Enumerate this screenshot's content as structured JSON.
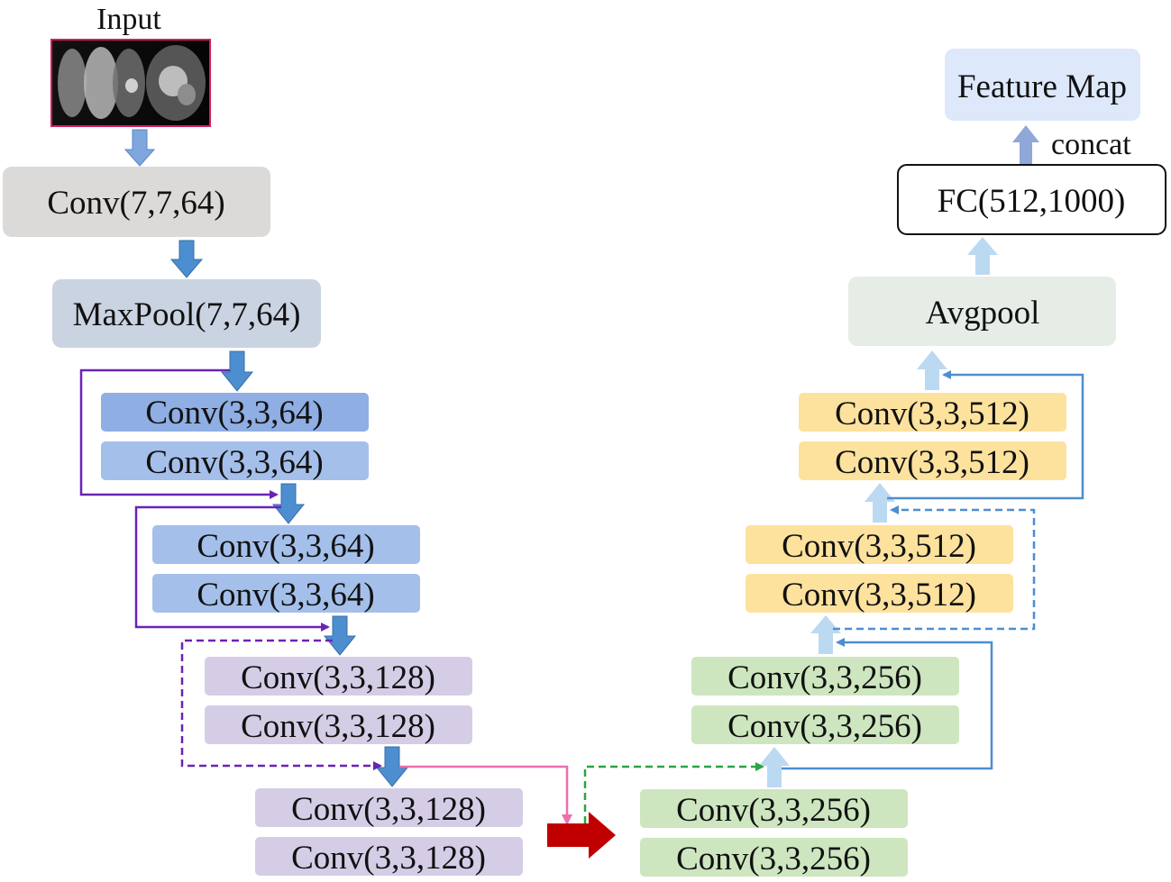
{
  "input": {
    "label": "Input"
  },
  "left_column": {
    "conv1": "Conv(7,7,64)",
    "maxpool": "MaxPool(7,7,64)",
    "block1": [
      "Conv(3,3,64)",
      "Conv(3,3,64)"
    ],
    "block2": [
      "Conv(3,3,64)",
      "Conv(3,3,64)"
    ],
    "block3": [
      "Conv(3,3,128)",
      "Conv(3,3,128)"
    ],
    "block4": [
      "Conv(3,3,128)",
      "Conv(3,3,128)"
    ]
  },
  "right_column": {
    "block5": [
      "Conv(3,3,256)",
      "Conv(3,3,256)"
    ],
    "block6": [
      "Conv(3,3,256)",
      "Conv(3,3,256)"
    ],
    "block7": [
      "Conv(3,3,512)",
      "Conv(3,3,512)"
    ],
    "block8": [
      "Conv(3,3,512)",
      "Conv(3,3,512)"
    ],
    "avgpool": "Avgpool",
    "fc": "FC(512,1000)",
    "concat": "concat",
    "feature_map": "Feature Map"
  },
  "colors": {
    "conv1_fill": "#dcdad9",
    "maxpool_fill": "#c9d3e1",
    "block1_top": "#8faee3",
    "block1_bottom": "#a4bfea",
    "block2_fill": "#a4bfea",
    "block128_fill": "#d5cde6",
    "block256_fill": "#cde6bf",
    "block512_fill": "#fde29e",
    "avgpool_fill": "#e6ece6",
    "feature_map_fill": "#dde8fb",
    "down_arrow": "#4c8ed0",
    "up_arrow": "#bcd9f2",
    "skip_purple": "#6a23b5",
    "skip_blue": "#4d8ed0",
    "skip_pink": "#ec6faf",
    "skip_green": "#2aa541",
    "center_arrow": "#c00000"
  }
}
